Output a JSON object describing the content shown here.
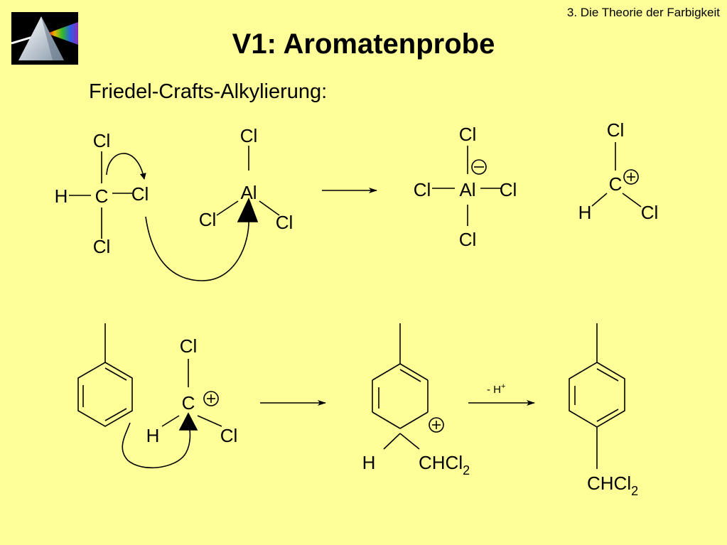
{
  "header": {
    "section_label": "3. Die Theorie der Farbigkeit"
  },
  "title": "V1: Aromatenprobe",
  "subtitle": "Friedel-Crafts-Alkylierung:",
  "atoms": {
    "cl": "Cl",
    "h": "H",
    "c": "C",
    "al": "Al",
    "chcl": "CHCl",
    "sub2": "2"
  },
  "reaction_conditions": {
    "minus_h": "- H",
    "plus_sup": "+"
  },
  "charges": {
    "plus": "+",
    "minus": "−"
  }
}
